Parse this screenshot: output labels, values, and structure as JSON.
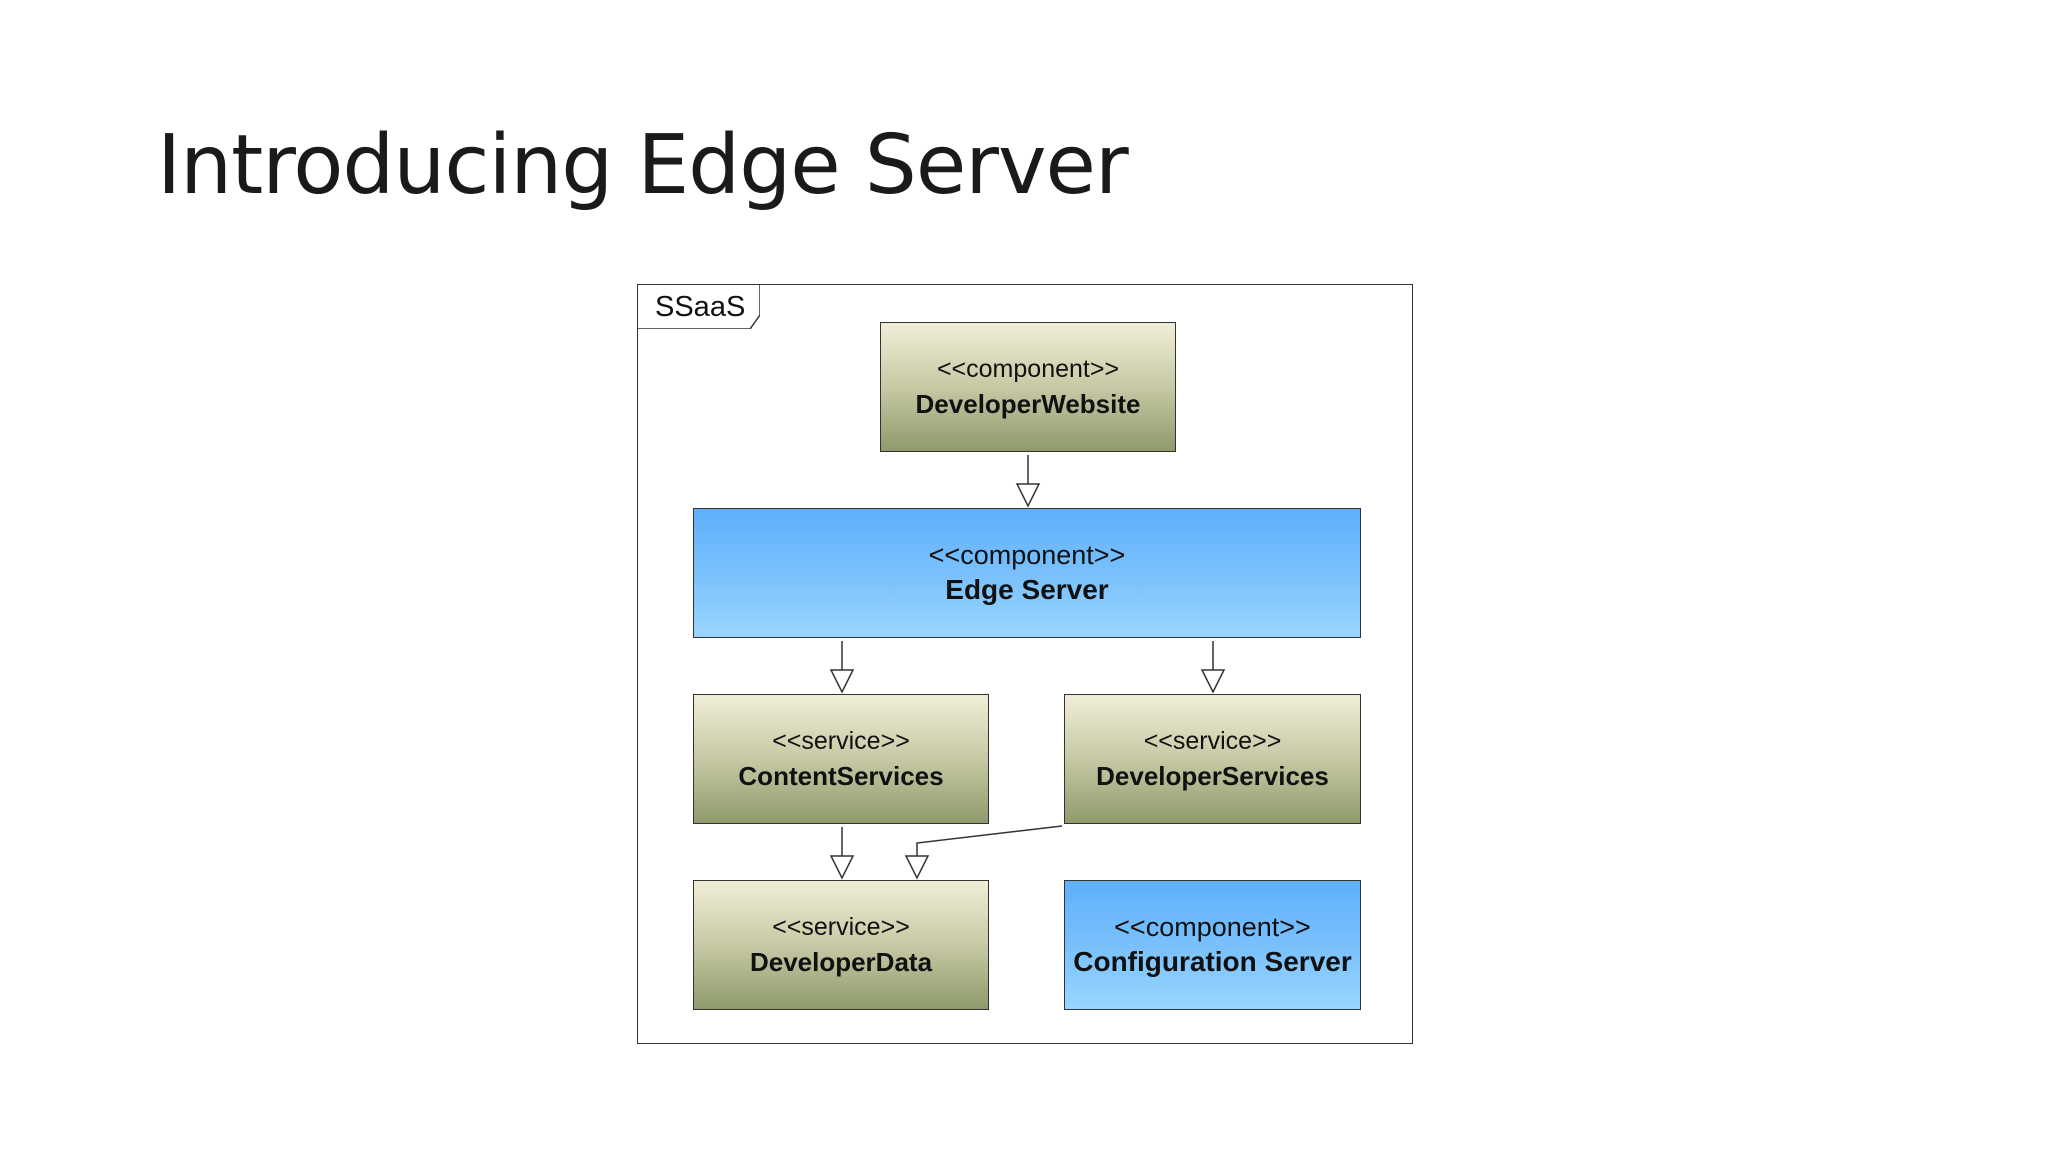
{
  "slide": {
    "title": "Introducing Edge Server"
  },
  "diagram": {
    "frame_label": "SSaaS",
    "nodes": {
      "developer_website": {
        "stereotype": "<<component>>",
        "name": "DeveloperWebsite",
        "color": "#c7c9a4"
      },
      "edge_server": {
        "stereotype": "<<component>>",
        "name": "Edge Server",
        "color": "#7cc2fc"
      },
      "content_services": {
        "stereotype": "<<service>>",
        "name": "ContentServices",
        "color": "#c7c9a4"
      },
      "developer_services": {
        "stereotype": "<<service>>",
        "name": "DeveloperServices",
        "color": "#c7c9a4"
      },
      "developer_data": {
        "stereotype": "<<service>>",
        "name": "DeveloperData",
        "color": "#c7c9a4"
      },
      "configuration_server": {
        "stereotype": "<<component>>",
        "name": "Configuration Server",
        "color": "#7cc2fc"
      }
    },
    "edges": [
      {
        "from": "DeveloperWebsite",
        "to": "Edge Server"
      },
      {
        "from": "Edge Server",
        "to": "ContentServices"
      },
      {
        "from": "Edge Server",
        "to": "DeveloperServices"
      },
      {
        "from": "ContentServices",
        "to": "DeveloperData"
      },
      {
        "from": "DeveloperServices",
        "to": "DeveloperData"
      }
    ]
  }
}
